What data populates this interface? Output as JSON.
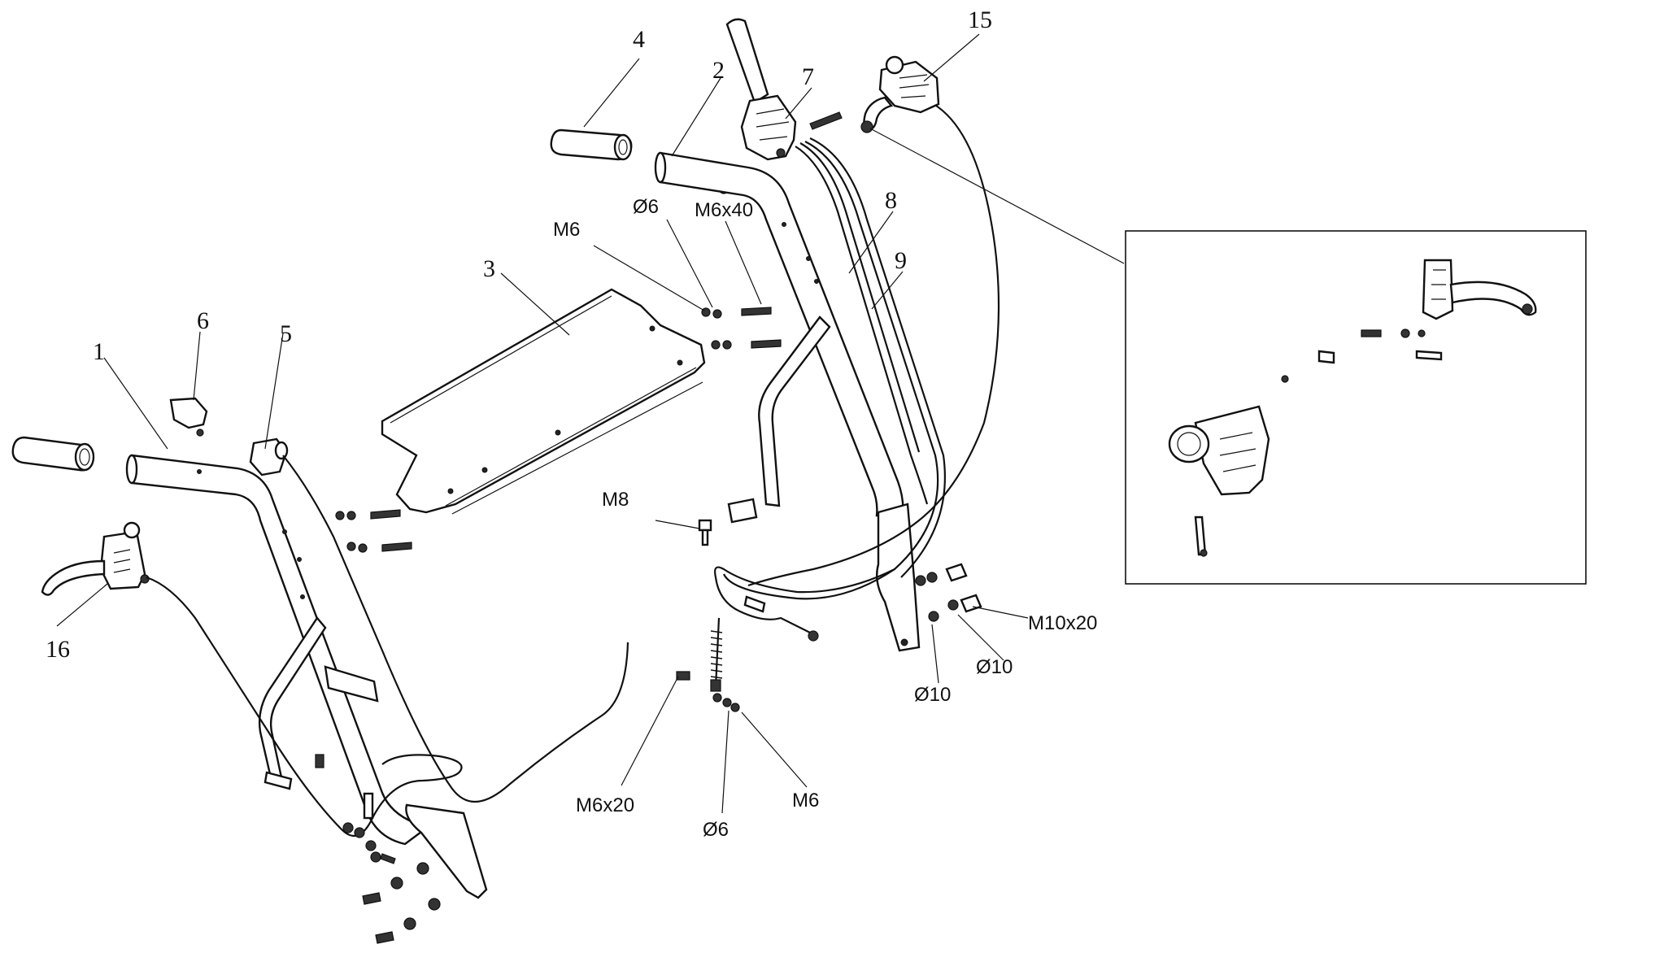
{
  "callouts": {
    "c1": "1",
    "c2": "2",
    "c3": "3",
    "c4": "4",
    "c5": "5",
    "c6": "6",
    "c7": "7",
    "c8": "8",
    "c9": "9",
    "c15": "15",
    "c16": "16"
  },
  "specs": {
    "m6_top": "M6",
    "d6_top": "Ø6",
    "m6x40": "M6x40",
    "m8": "M8",
    "m10x20": "M10x20",
    "d10_right": "Ø10",
    "d10_left": "Ø10",
    "m6x20": "M6x20",
    "d6_bottom": "Ø6",
    "m6_bottom": "M6"
  }
}
